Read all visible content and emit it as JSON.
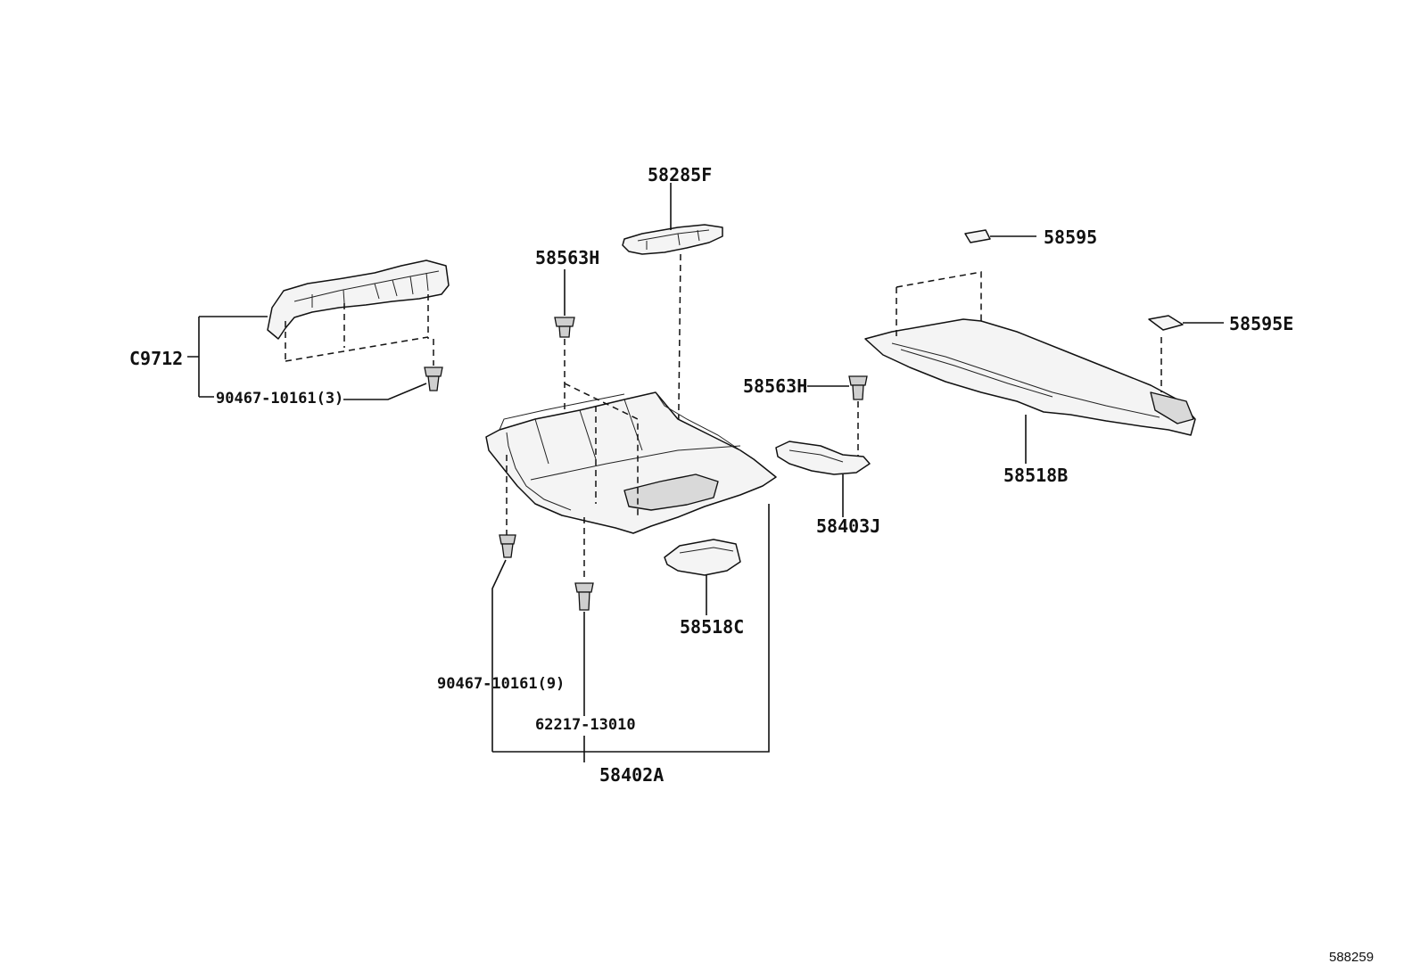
{
  "parts": {
    "p58285F": "58285F",
    "p58563H_top": "58563H",
    "p58563H_right": "58563H",
    "pC9712": "C9712",
    "p90467_3": "90467-10161(3)",
    "p90467_9": "90467-10161(9)",
    "p62217": "62217-13010",
    "p58402A": "58402A",
    "p58518C": "58518C",
    "p58403J": "58403J",
    "p58595": "58595",
    "p58595E": "58595E",
    "p58518B": "58518B"
  },
  "figure_id": "588259"
}
